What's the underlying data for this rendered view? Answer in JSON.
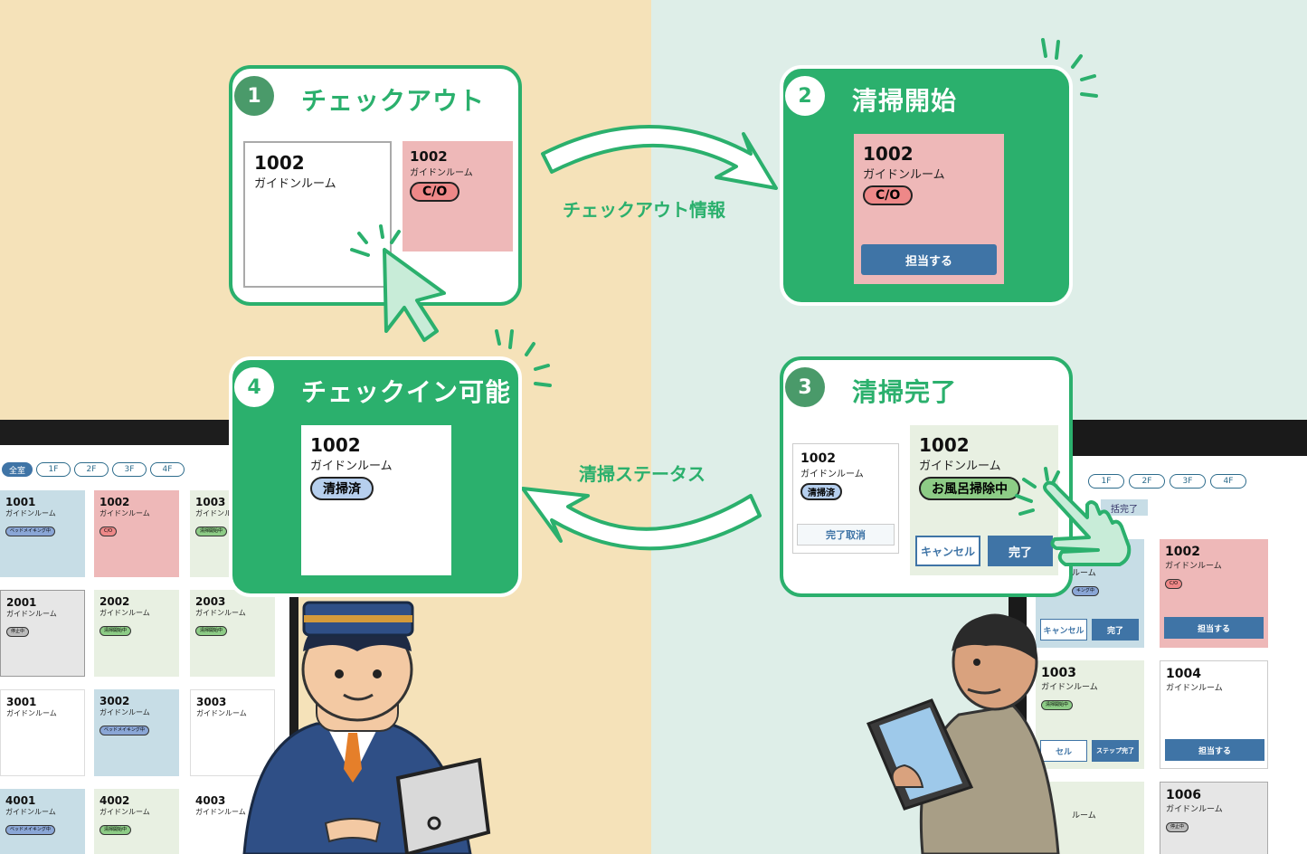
{
  "colors": {
    "green": "#2bb06d",
    "dark_green": "#4a9a6a",
    "pink": "#eeb8b8",
    "blue": "#3f74a6",
    "light_blue": "#c7dde6",
    "light_green": "#e8f0e2",
    "gray": "#e6e6e6"
  },
  "steps": [
    {
      "num": "1",
      "title": "チェックアウト"
    },
    {
      "num": "2",
      "title": "清掃開始"
    },
    {
      "num": "3",
      "title": "清掃完了"
    },
    {
      "num": "4",
      "title": "チェックイン可能"
    }
  ],
  "labels": {
    "top_arrow": "チェックアウト情報",
    "bottom_arrow": "清掃ステータス"
  },
  "room": {
    "number": "1002",
    "name": "ガイドンルーム"
  },
  "badges": {
    "co": "C/O",
    "cleaned": "清掃済",
    "bath": "お風呂掃除中"
  },
  "buttons": {
    "assign": "担当する",
    "undo": "完了取消",
    "cancel": "キャンセル",
    "done": "完了",
    "step_done": "ステップ完了"
  },
  "pc_filters": [
    "全室",
    "1F",
    "2F",
    "3F",
    "4F"
  ],
  "pc_rooms": [
    {
      "num": "1001",
      "name": "ガイドンルーム",
      "badge": "ベッドメイキング中"
    },
    {
      "num": "1002",
      "name": "ガイドンルーム",
      "badge": "C/O"
    },
    {
      "num": "1003",
      "name": "ガイドンル",
      "badge": "清掃開始中"
    },
    {
      "num": "2001",
      "name": "ガイドンルーム",
      "badge": "停止中"
    },
    {
      "num": "2002",
      "name": "ガイドンルーム",
      "badge": "清掃開始中"
    },
    {
      "num": "2003",
      "name": "ガイドンルーム",
      "badge": "清掃開始中"
    },
    {
      "num": "3001",
      "name": "ガイドンルーム",
      "badge": ""
    },
    {
      "num": "3002",
      "name": "ガイドンルーム",
      "badge": "ベッドメイキング中"
    },
    {
      "num": "3003",
      "name": "ガイドンルーム",
      "badge": ""
    },
    {
      "num": "4001",
      "name": "ガイドンルーム",
      "badge": "ベッドメイキング中"
    },
    {
      "num": "4002",
      "name": "ガイドンルーム",
      "badge": "清掃開始中"
    },
    {
      "num": "4003",
      "name": "ガイドンルーム",
      "badge": ""
    }
  ],
  "tab_filters": [
    "1F",
    "2F",
    "3F",
    "4F"
  ],
  "tab_top_label": "括完了",
  "tab_rooms": [
    {
      "num": "",
      "name": "ルーム",
      "badge": "キング中"
    },
    {
      "num": "1002",
      "name": "ガイドンルーム",
      "badge": "C/O"
    },
    {
      "num": "1003",
      "name": "ガイドンルーム",
      "badge": "清掃開始中"
    },
    {
      "num": "1004",
      "name": "ガイドンルーム",
      "badge": ""
    },
    {
      "num": "",
      "name": "ルーム",
      "badge": ""
    },
    {
      "num": "1006",
      "name": "ガイドンルーム",
      "badge": "停止中"
    }
  ],
  "tab_partial": {
    "cancel": "セル"
  }
}
